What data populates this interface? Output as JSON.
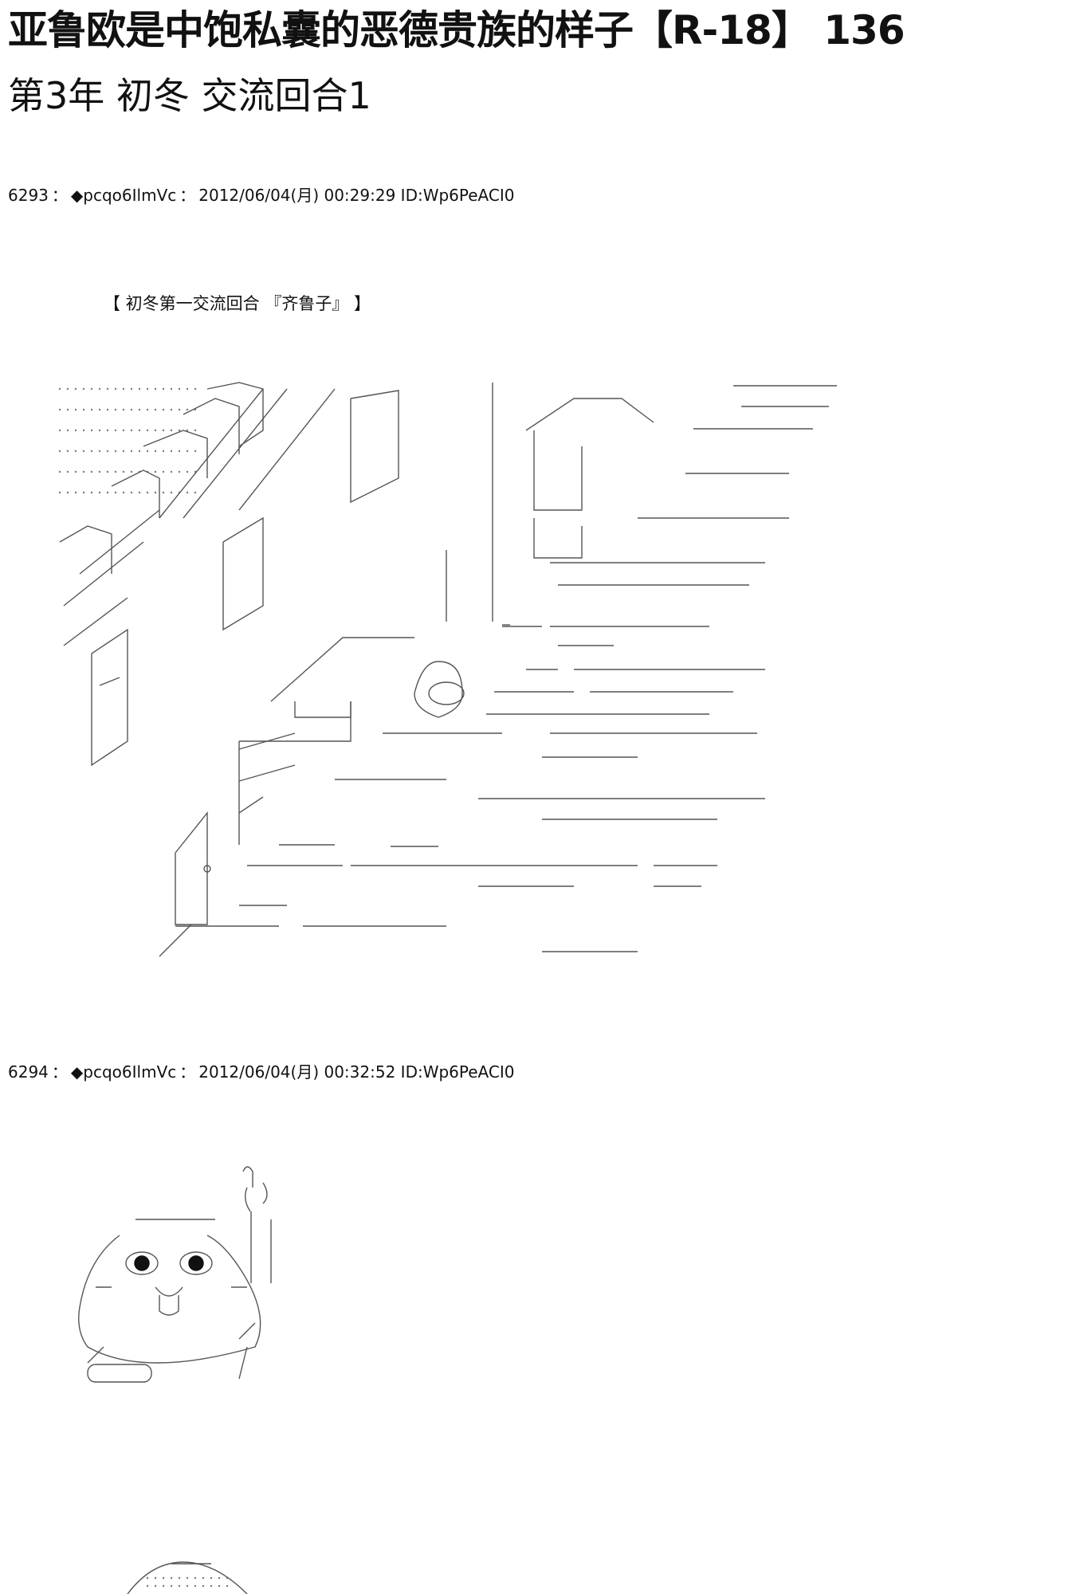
{
  "title": "亚鲁欧是中饱私囊的恶德贵族的样子【R-18】 136",
  "subtitle": "第3年  初冬  交流回合1",
  "posts": [
    {
      "number": "6293",
      "separator": "：",
      "user": "◆pcqo6IlmVc",
      "date": "2012/06/04(月) 00:29:29",
      "id": "ID:Wp6PeACI0",
      "text": "【  初冬第一交流回合  『齐鲁子』 】"
    },
    {
      "number": "6294",
      "separator": "：",
      "user": "◆pcqo6IlmVc",
      "date": "2012/06/04(月) 00:32:52",
      "id": "ID:Wp6PeACI0"
    }
  ],
  "art": {
    "scene_1": "ascii-art-room-scene",
    "scene_2": "ascii-art-character-raising-hand",
    "scene_3": "ascii-art-character-partial"
  }
}
